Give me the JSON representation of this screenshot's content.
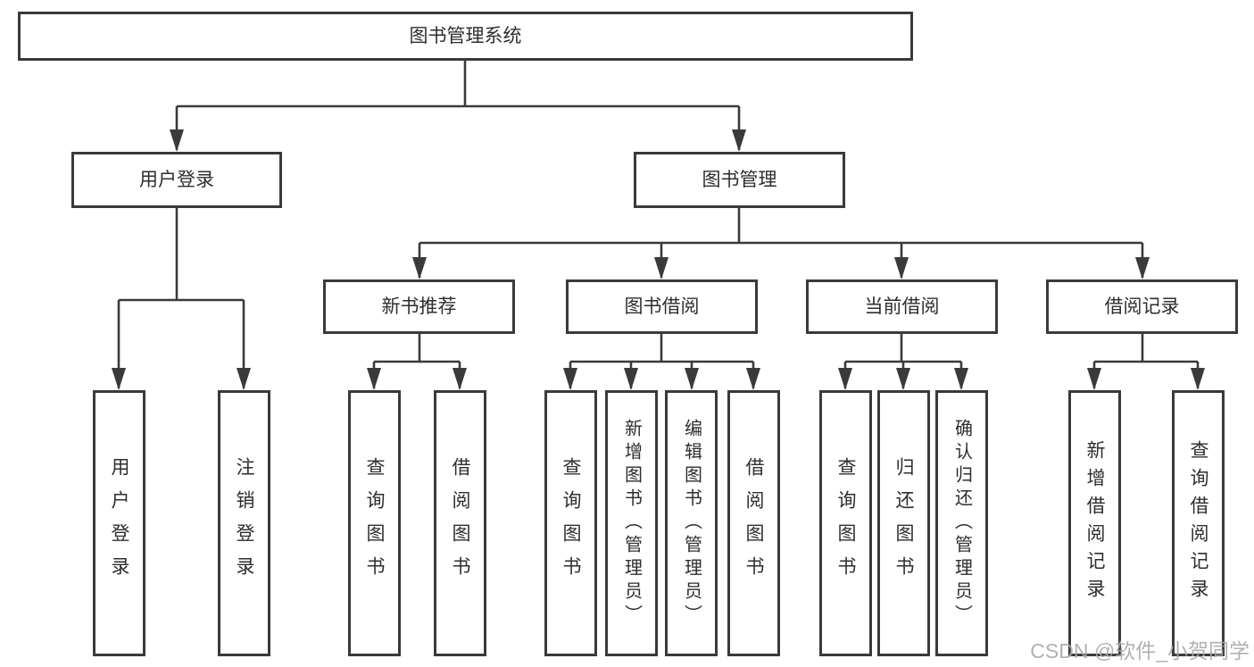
{
  "nodes": {
    "root": "图书管理系统",
    "level2": [
      "用户登录",
      "图书管理"
    ],
    "level3": [
      "新书推荐",
      "图书借阅",
      "当前借阅",
      "借阅记录"
    ],
    "leaves": [
      "用户登录",
      "注销登录",
      "查询图书",
      "借阅图书",
      "查询图书",
      "新增图书（管理员）",
      "编辑图书（管理员）",
      "借阅图书",
      "查询图书",
      "归还图书",
      "确认归还（管理员）",
      "新增借阅记录",
      "查询借阅记录"
    ]
  },
  "watermark": "CSDN @软件_小贺同学",
  "colors": {
    "line": "#3a3a3a",
    "text": "#2e2e2e",
    "watermark": "#a9a9a9",
    "background": "#ffffff"
  }
}
